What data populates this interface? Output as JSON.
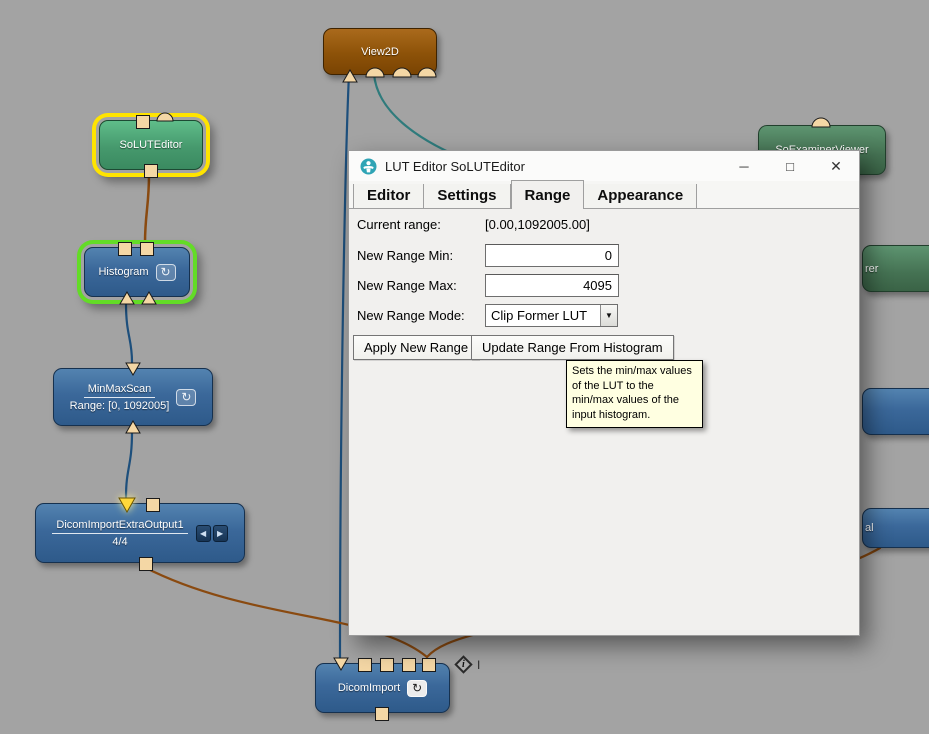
{
  "graph": {
    "nodes": {
      "view2d": {
        "label": "View2D"
      },
      "so_lut_editor": {
        "label": "SoLUTEditor"
      },
      "histogram": {
        "label": "Histogram"
      },
      "min_max_scan": {
        "label": "MinMaxScan",
        "sublabel": "Range: [0, 1092005]"
      },
      "dicom_import_extra_output1": {
        "label": "DicomImportExtraOutput1",
        "sublabel": "4/4"
      },
      "dicom_import": {
        "label": "DicomImport"
      },
      "so_examiner_viewer": {
        "label": "SoExaminerViewer"
      },
      "partial_top_right": {
        "label": "rer"
      },
      "partial_bottom_right": {
        "label": "al"
      }
    },
    "annotations": {
      "info_label": "I"
    },
    "icons": {
      "reload": "↻",
      "prev": "◀",
      "next": "▶",
      "info": "i",
      "dropdown": "▼"
    }
  },
  "dialog": {
    "title": "LUT Editor SoLUTEditor",
    "tabs": [
      "Editor",
      "Settings",
      "Range",
      "Appearance"
    ],
    "active_tab": "Range",
    "fields": {
      "current_range_label": "Current range:",
      "current_range_value": "[0.00,1092005.00]",
      "new_range_min_label": "New Range Min:",
      "new_range_min_value": "0",
      "new_range_max_label": "New Range Max:",
      "new_range_max_value": "4095",
      "new_range_mode_label": "New Range Mode:",
      "new_range_mode_value": "Clip Former LUT"
    },
    "buttons": {
      "apply": "Apply New Range",
      "update": "Update Range From Histogram"
    },
    "tooltip": "Sets the min/max values of the LUT to the min/max values of the input histogram.",
    "window_controls": {
      "minimize": "─",
      "maximize": "□",
      "close": "✕"
    }
  },
  "colors": {
    "canvas_bg": "#a3a3a3",
    "node_blue": "#3b689a",
    "node_green": "#46996d",
    "node_brown": "#8d5208",
    "selection_yellow": "#ffe400",
    "selection_green": "#63dc26",
    "connector_tan": "#f4d7a5",
    "connector_highlight": "#ffd83a",
    "wire_blue": "#1d4f7c",
    "wire_teal": "#2f7b7c",
    "wire_brown": "#8a4a10",
    "tooltip_bg": "#ffffe1"
  }
}
